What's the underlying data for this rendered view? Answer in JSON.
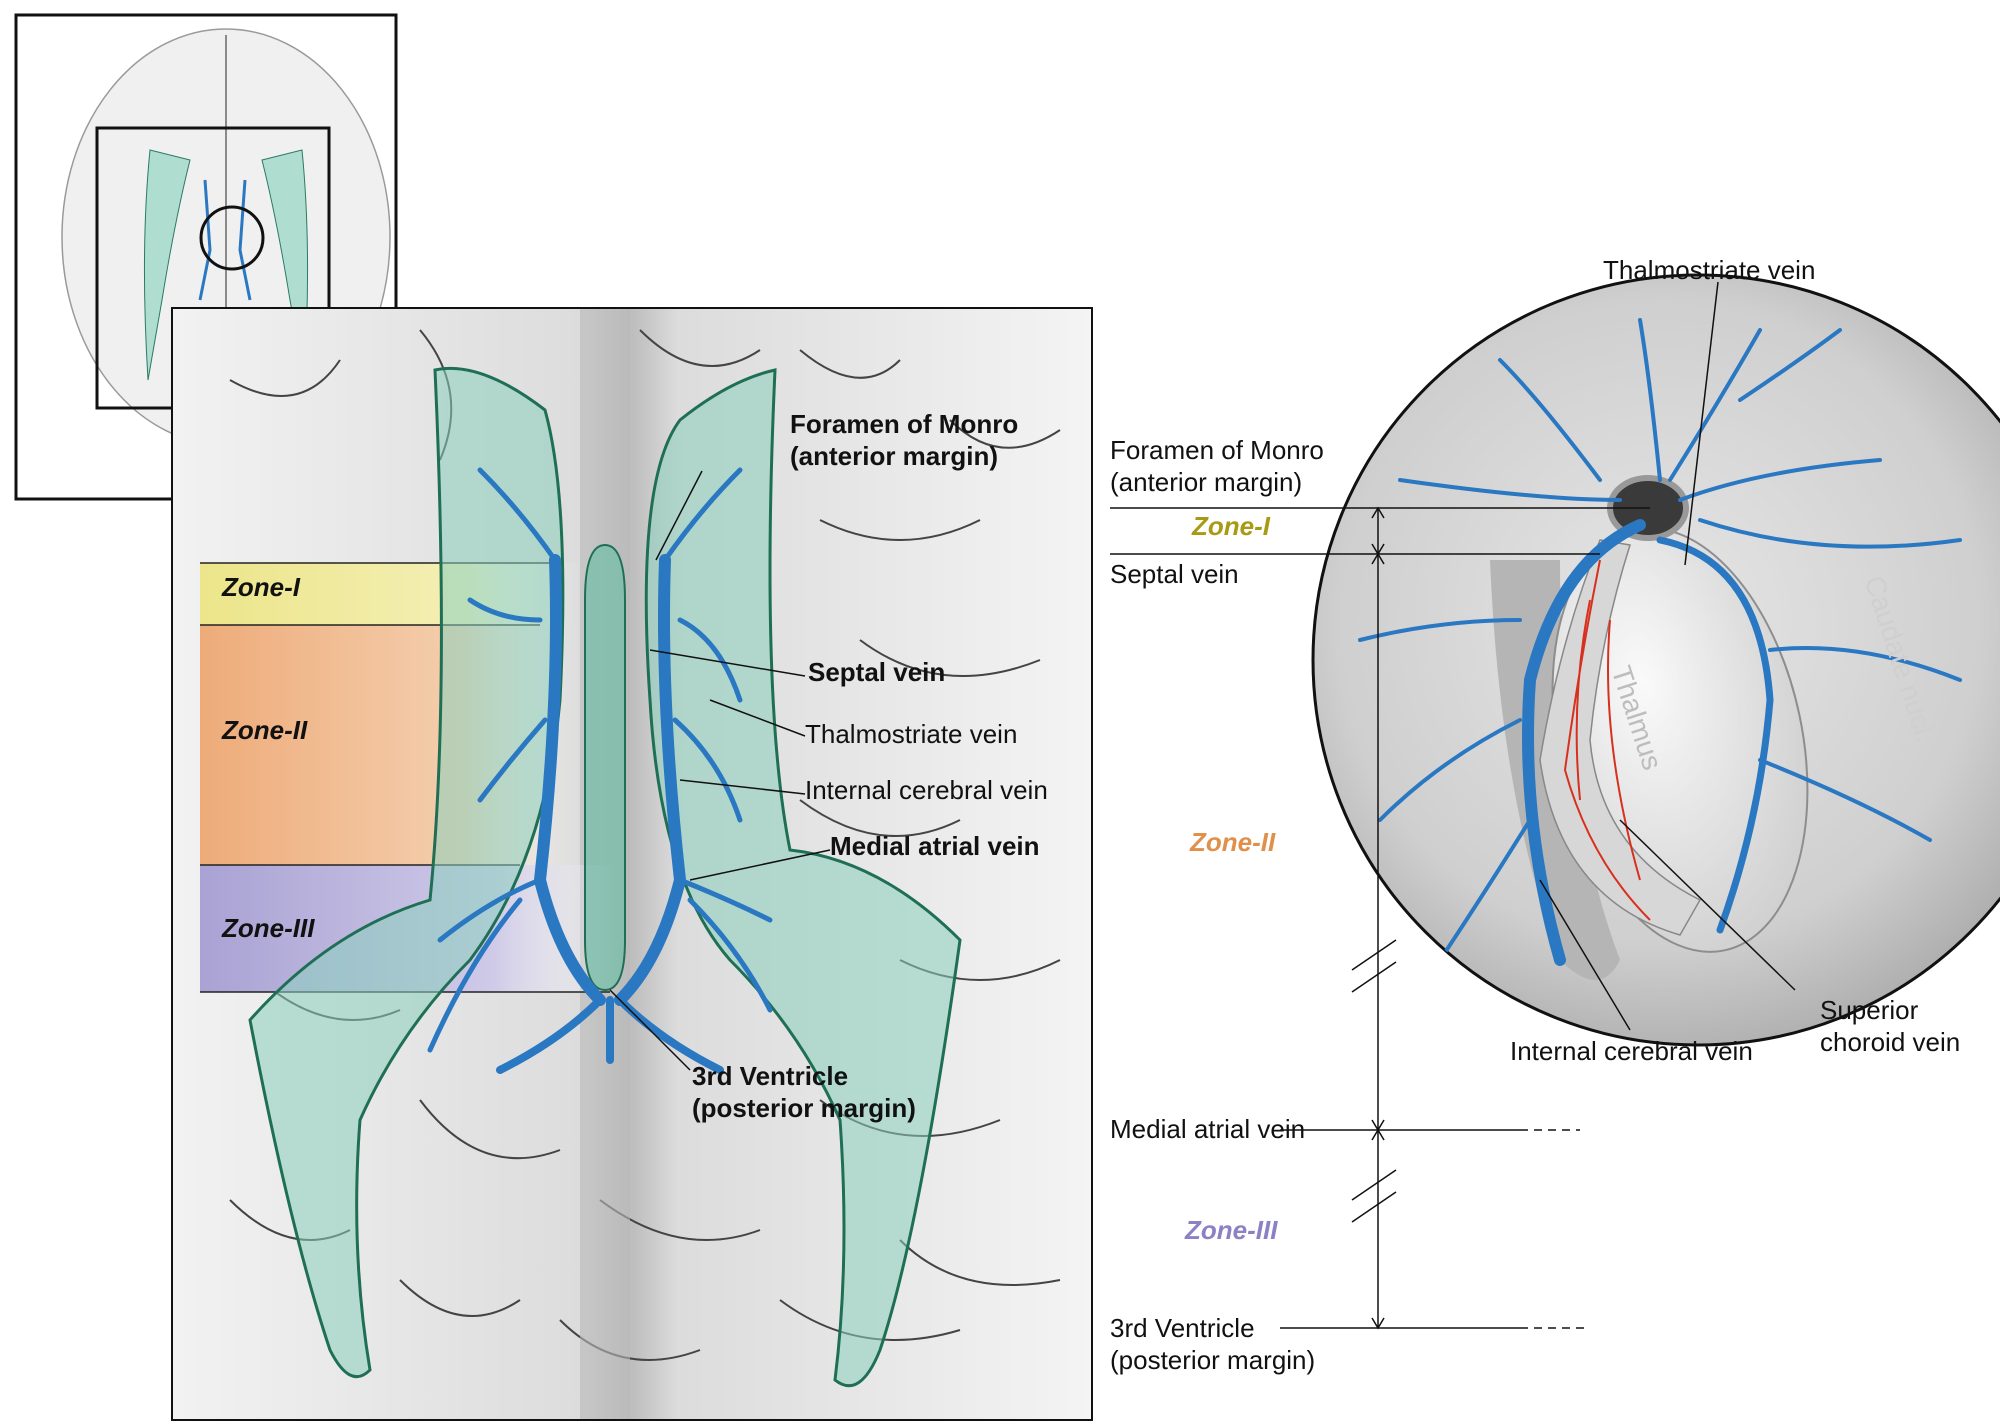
{
  "zones": {
    "zone1": "Zone-I",
    "zone2": "Zone-II",
    "zone3": "Zone-III"
  },
  "left_labels": {
    "foramen_monro_line1": "Foramen of Monro",
    "foramen_monro_line2": "(anterior margin)",
    "septal_vein": "Septal vein",
    "thalmostriate_vein": "Thalmostriate vein",
    "internal_cerebral_vein": "Internal cerebral vein",
    "medial_atrial_vein": "Medial atrial vein",
    "third_ventricle_line1": "3rd Ventricle",
    "third_ventricle_line2": "(posterior margin)"
  },
  "right_labels": {
    "thalmostriate_vein": "Thalmostriate vein",
    "foramen_monro_line1": "Foramen of Monro",
    "foramen_monro_line2": "(anterior margin)",
    "septal_vein": "Septal vein",
    "thalamus": "Thalmus",
    "caudate": "Caudate nucl.",
    "internal_cerebral_vein": "Internal cerebral vein",
    "superior_choroid_line1": "Superior",
    "superior_choroid_line2": "choroid vein",
    "medial_atrial_vein": "Medial atrial vein",
    "third_ventricle_line1": "3rd Ventricle",
    "third_ventricle_line2": "(posterior margin)"
  },
  "colors": {
    "vein_blue": "#2a78c2",
    "ventricle_teal": "#7ec8b8",
    "ventricle_outline": "#1f6f55",
    "zone1_fill": "#ece58a",
    "zone2_fill": "#eeab79",
    "zone3_fill": "#a9a2d4",
    "zone1_text": "#a89a14",
    "zone2_text": "#e0904a",
    "zone3_text": "#8a82c4",
    "choroid_red": "#d8301e"
  }
}
